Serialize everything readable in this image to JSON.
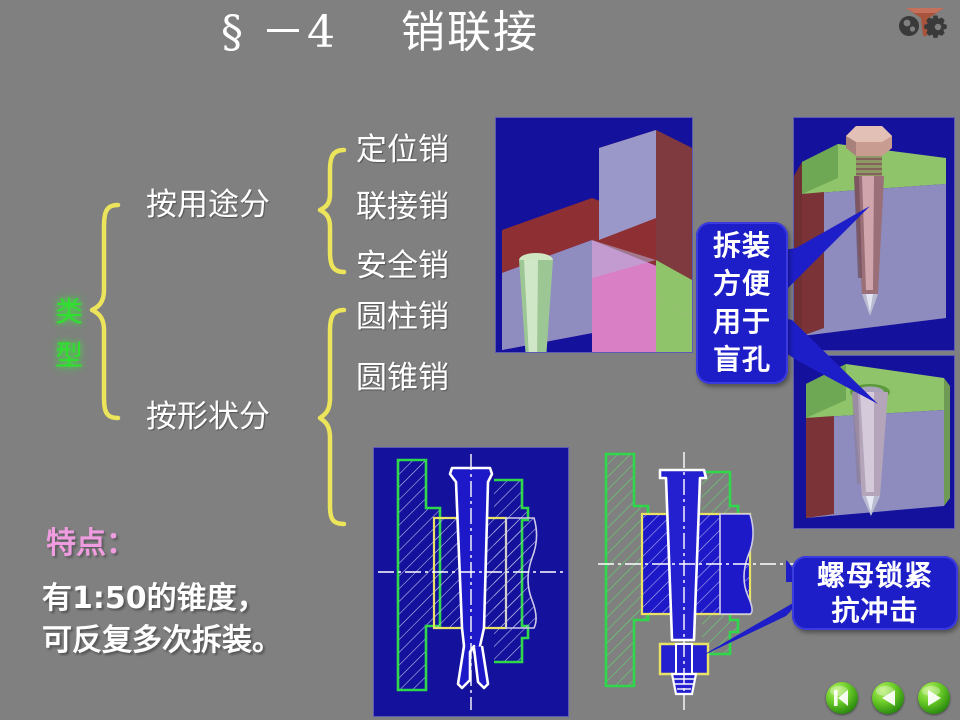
{
  "slide": {
    "background_color": "#808080",
    "title": "§ －4    销联接",
    "logo_name": "mechanical-parts-logo"
  },
  "tree": {
    "root_label": "类型",
    "root_color": "#2fe02f",
    "brace_color": "#ece45a",
    "branches": [
      {
        "label": "按用途分",
        "items": [
          "定位销",
          "联接销",
          "安全销"
        ]
      },
      {
        "label": "按形状分",
        "items": [
          "圆柱销",
          "圆锥销"
        ]
      }
    ]
  },
  "feature": {
    "heading": "特点：",
    "heading_color": "#f09ce0",
    "body": "有1:50的锥度，\n可反复多次拆装。"
  },
  "callouts": [
    {
      "text": "拆装\n方便\n用于\n盲孔",
      "color": "#1e1ec8"
    },
    {
      "text": "螺母锁紧\n抗冲击",
      "color": "#1e1ec8"
    }
  ],
  "figures": [
    {
      "name": "taper-pin-in-stepped-blocks-3d",
      "background": "#14119c",
      "caption": ""
    },
    {
      "name": "nutted-taper-pin-3d",
      "background": "#14119c",
      "caption": ""
    },
    {
      "name": "taper-pin-blind-hole-3d",
      "background": "#14119c",
      "caption": ""
    },
    {
      "name": "split-taper-pin-section-drawing",
      "background": "#14119c",
      "caption": ""
    },
    {
      "name": "threaded-taper-pin-with-nut-drawing",
      "background": "#808080",
      "caption": ""
    }
  ],
  "nav": {
    "buttons": [
      {
        "label": "first-slide",
        "glyph": "first"
      },
      {
        "label": "previous-slide",
        "glyph": "prev"
      },
      {
        "label": "next-slide",
        "glyph": "next"
      }
    ]
  }
}
